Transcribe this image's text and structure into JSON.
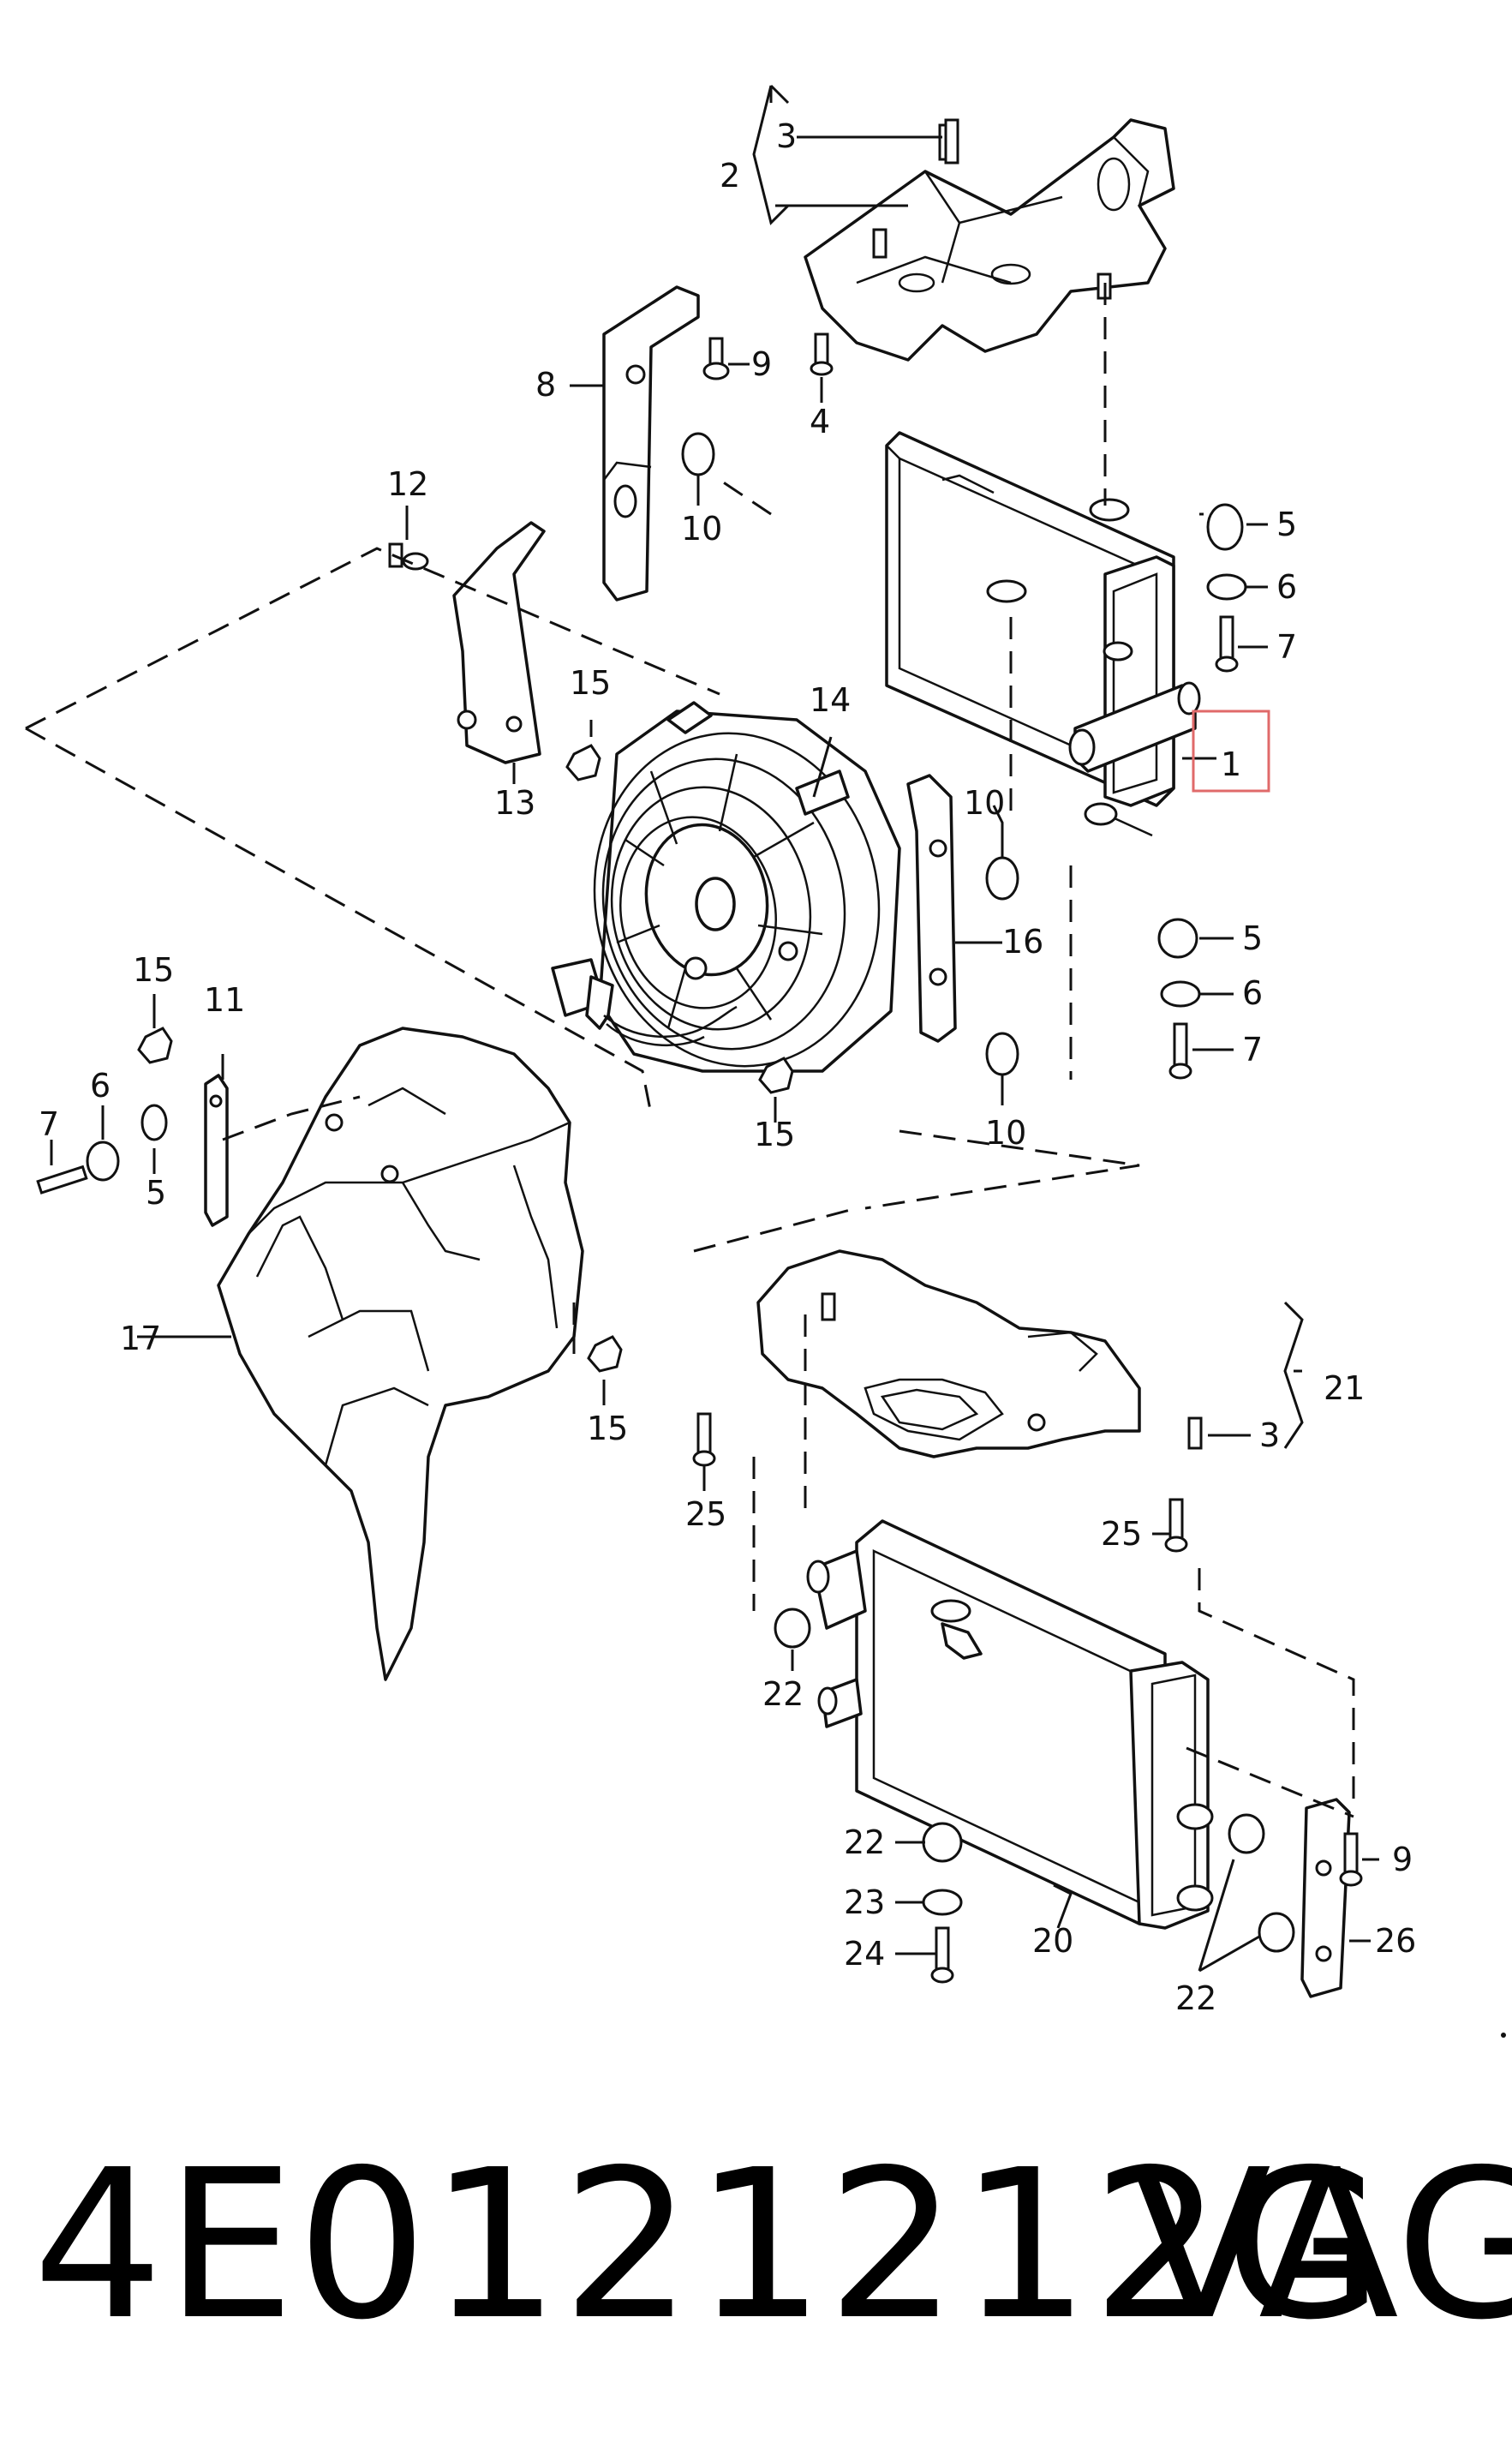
{
  "callouts": {
    "c1": "1",
    "c2": "2",
    "c3a": "3",
    "c3b": "3",
    "c4": "4",
    "c5a": "5",
    "c5b": "5",
    "c5c": "5",
    "c6a": "6",
    "c6b": "6",
    "c6c": "6",
    "c7a": "7",
    "c7b": "7",
    "c7c": "7",
    "c8": "8",
    "c9a": "9",
    "c9b": "9",
    "c10a": "10",
    "c10b": "10",
    "c10c": "10",
    "c11": "11",
    "c12": "12",
    "c13": "13",
    "c14": "14",
    "c15a": "15",
    "c15b": "15",
    "c15c": "15",
    "c15d": "15",
    "c16": "16",
    "c17": "17",
    "c20": "20",
    "c21": "21",
    "c22a": "22",
    "c22b": "22",
    "c22c": "22",
    "c23": "23",
    "c24": "24",
    "c25a": "25",
    "c25b": "25",
    "c26": "26"
  },
  "highlight": {
    "color": "#e06a6a",
    "target": "1"
  },
  "footer": {
    "part_number": "4E0121212G",
    "brand": "VAG"
  }
}
